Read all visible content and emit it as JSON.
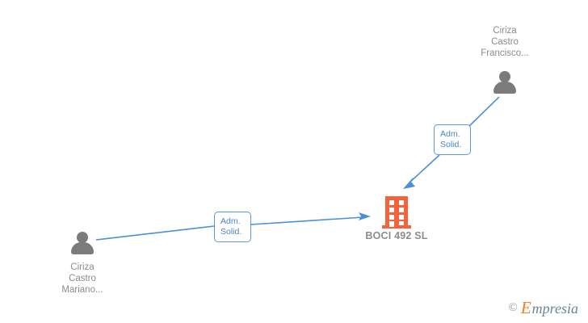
{
  "graph": {
    "company": {
      "name": "BOCI 492  SL",
      "icon": "building-icon",
      "color": "#f4633a"
    },
    "people": [
      {
        "id": "person-top-right",
        "name": "Ciriza\nCastro\nFrancisco...",
        "icon": "person-icon",
        "color": "#7b7b7b"
      },
      {
        "id": "person-bottom-left",
        "name": "Ciriza\nCastro\nMariano...",
        "icon": "person-icon",
        "color": "#7b7b7b"
      }
    ],
    "relations": [
      {
        "id": "relation-top-right",
        "label": "Adm.\nSolid.",
        "from": "person-top-right",
        "to": "company",
        "color": "#4a90d9"
      },
      {
        "id": "relation-bottom-left",
        "label": "Adm.\nSolid.",
        "from": "person-bottom-left",
        "to": "company",
        "color": "#4a90d9"
      }
    ]
  },
  "watermark": {
    "copyright": "©",
    "brand_initial": "E",
    "brand_rest": "mpresia"
  }
}
